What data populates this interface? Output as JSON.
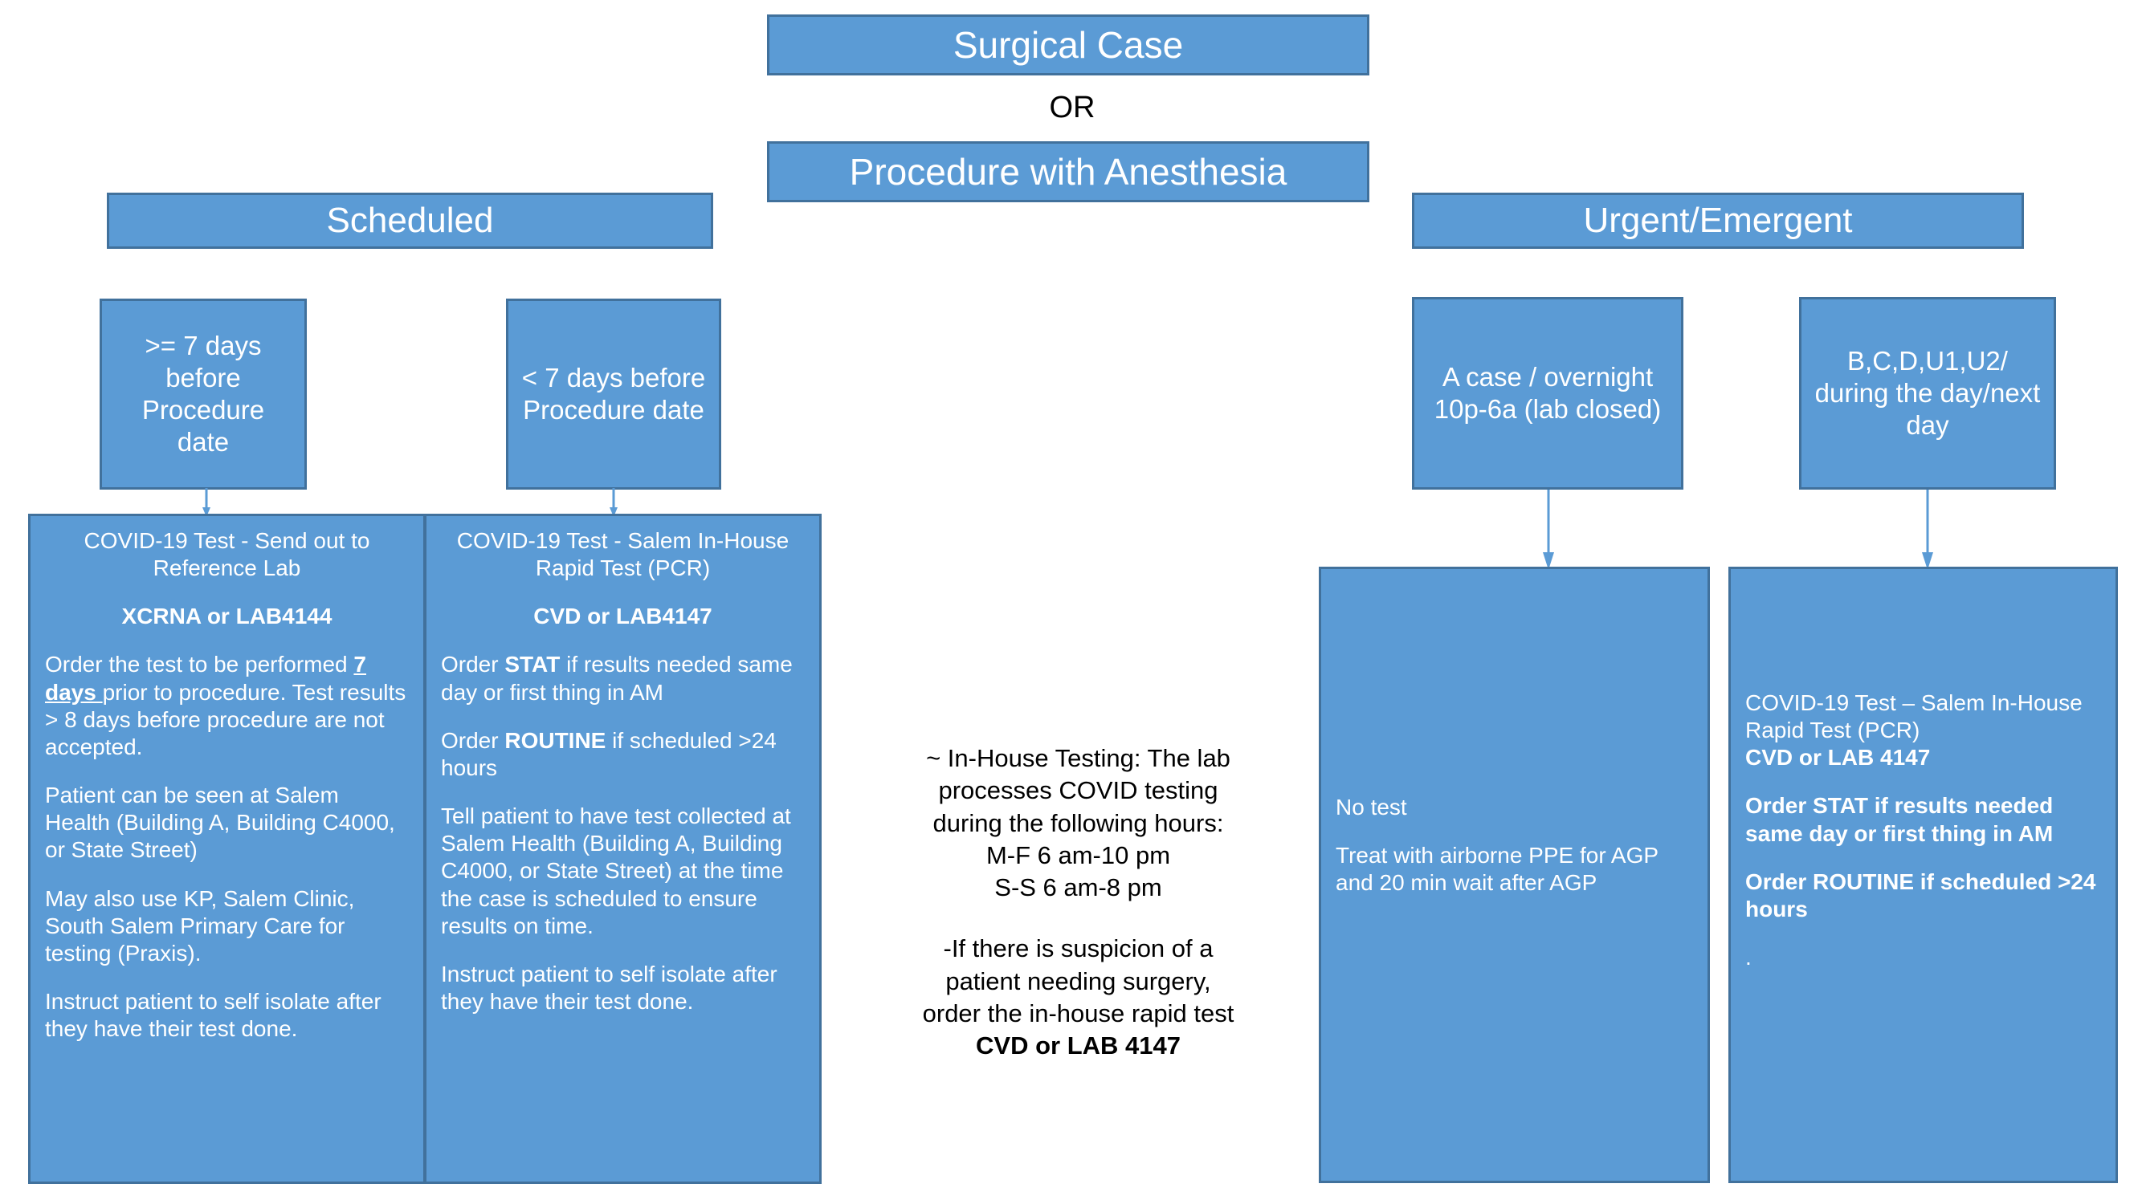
{
  "top": {
    "surgical_case": "Surgical Case",
    "or_label": "OR",
    "procedure_with_anesthesia": "Procedure with Anesthesia"
  },
  "branches": {
    "scheduled": "Scheduled",
    "urgent_emergent": "Urgent/Emergent"
  },
  "conditions": {
    "ge7": ">= 7 days before Procedure date",
    "lt7": "< 7 days before Procedure date",
    "a_case": "A case / overnight 10p-6a (lab closed)",
    "bcd": "B,C,D,U1,U2/ during the day/next day"
  },
  "scheduled_ge7": {
    "heading": "COVID-19 Test - Send out to Reference Lab",
    "code": "XCRNA or LAB4144",
    "p1_a": "Order the test to be performed ",
    "p1_b": "7 days ",
    "p1_c": "prior to procedure. Test results > 8 days before procedure are not accepted.",
    "p2": "Patient can be seen at Salem Health (Building A, Building C4000, or State Street)",
    "p3": "May also use KP, Salem Clinic, South Salem Primary Care for testing (Praxis).",
    "p4": "Instruct patient to self isolate after they have their test done."
  },
  "scheduled_lt7": {
    "heading": "COVID-19 Test - Salem In-House Rapid Test (PCR)",
    "code": "CVD or LAB4147",
    "p1_a": "Order ",
    "p1_b": "STAT",
    "p1_c": " if results needed same day or first thing in AM",
    "p2_a": "Order ",
    "p2_b": "ROUTINE",
    "p2_c": " if scheduled >24 hours",
    "p3": "Tell patient to have test collected at Salem Health (Building A, Building C4000, or State Street) at the time the case is scheduled to ensure results on time.",
    "p4": "Instruct patient to self isolate after they have their test done."
  },
  "center_note": {
    "l1": "~ In-House Testing:  The lab",
    "l2": "processes COVID testing",
    "l3": "during the following hours:",
    "l4": "M-F 6 am-10 pm",
    "l5": "S-S 6 am-8 pm",
    "l6": "-If there is suspicion of a",
    "l7": "patient needing surgery,",
    "l8": "order the in-house rapid test",
    "l9": "CVD or LAB 4147"
  },
  "urgent_a_case": {
    "p1": "No test",
    "p2": "Treat with airborne PPE for AGP and 20 min wait after AGP"
  },
  "urgent_bcd": {
    "heading": "COVID-19 Test – Salem In-House Rapid Test (PCR)",
    "code": "CVD or LAB 4147",
    "p1": "Order STAT if results needed same day or first thing in AM",
    "p2": "Order ROUTINE if scheduled >24 hours",
    "p3": "."
  },
  "colors": {
    "box_fill": "#5B9BD5",
    "box_border": "#41719C",
    "box_text": "#FFFFFF",
    "plain_text": "#000000",
    "arrow": "#5B9BD5",
    "background": "#FFFFFF"
  }
}
